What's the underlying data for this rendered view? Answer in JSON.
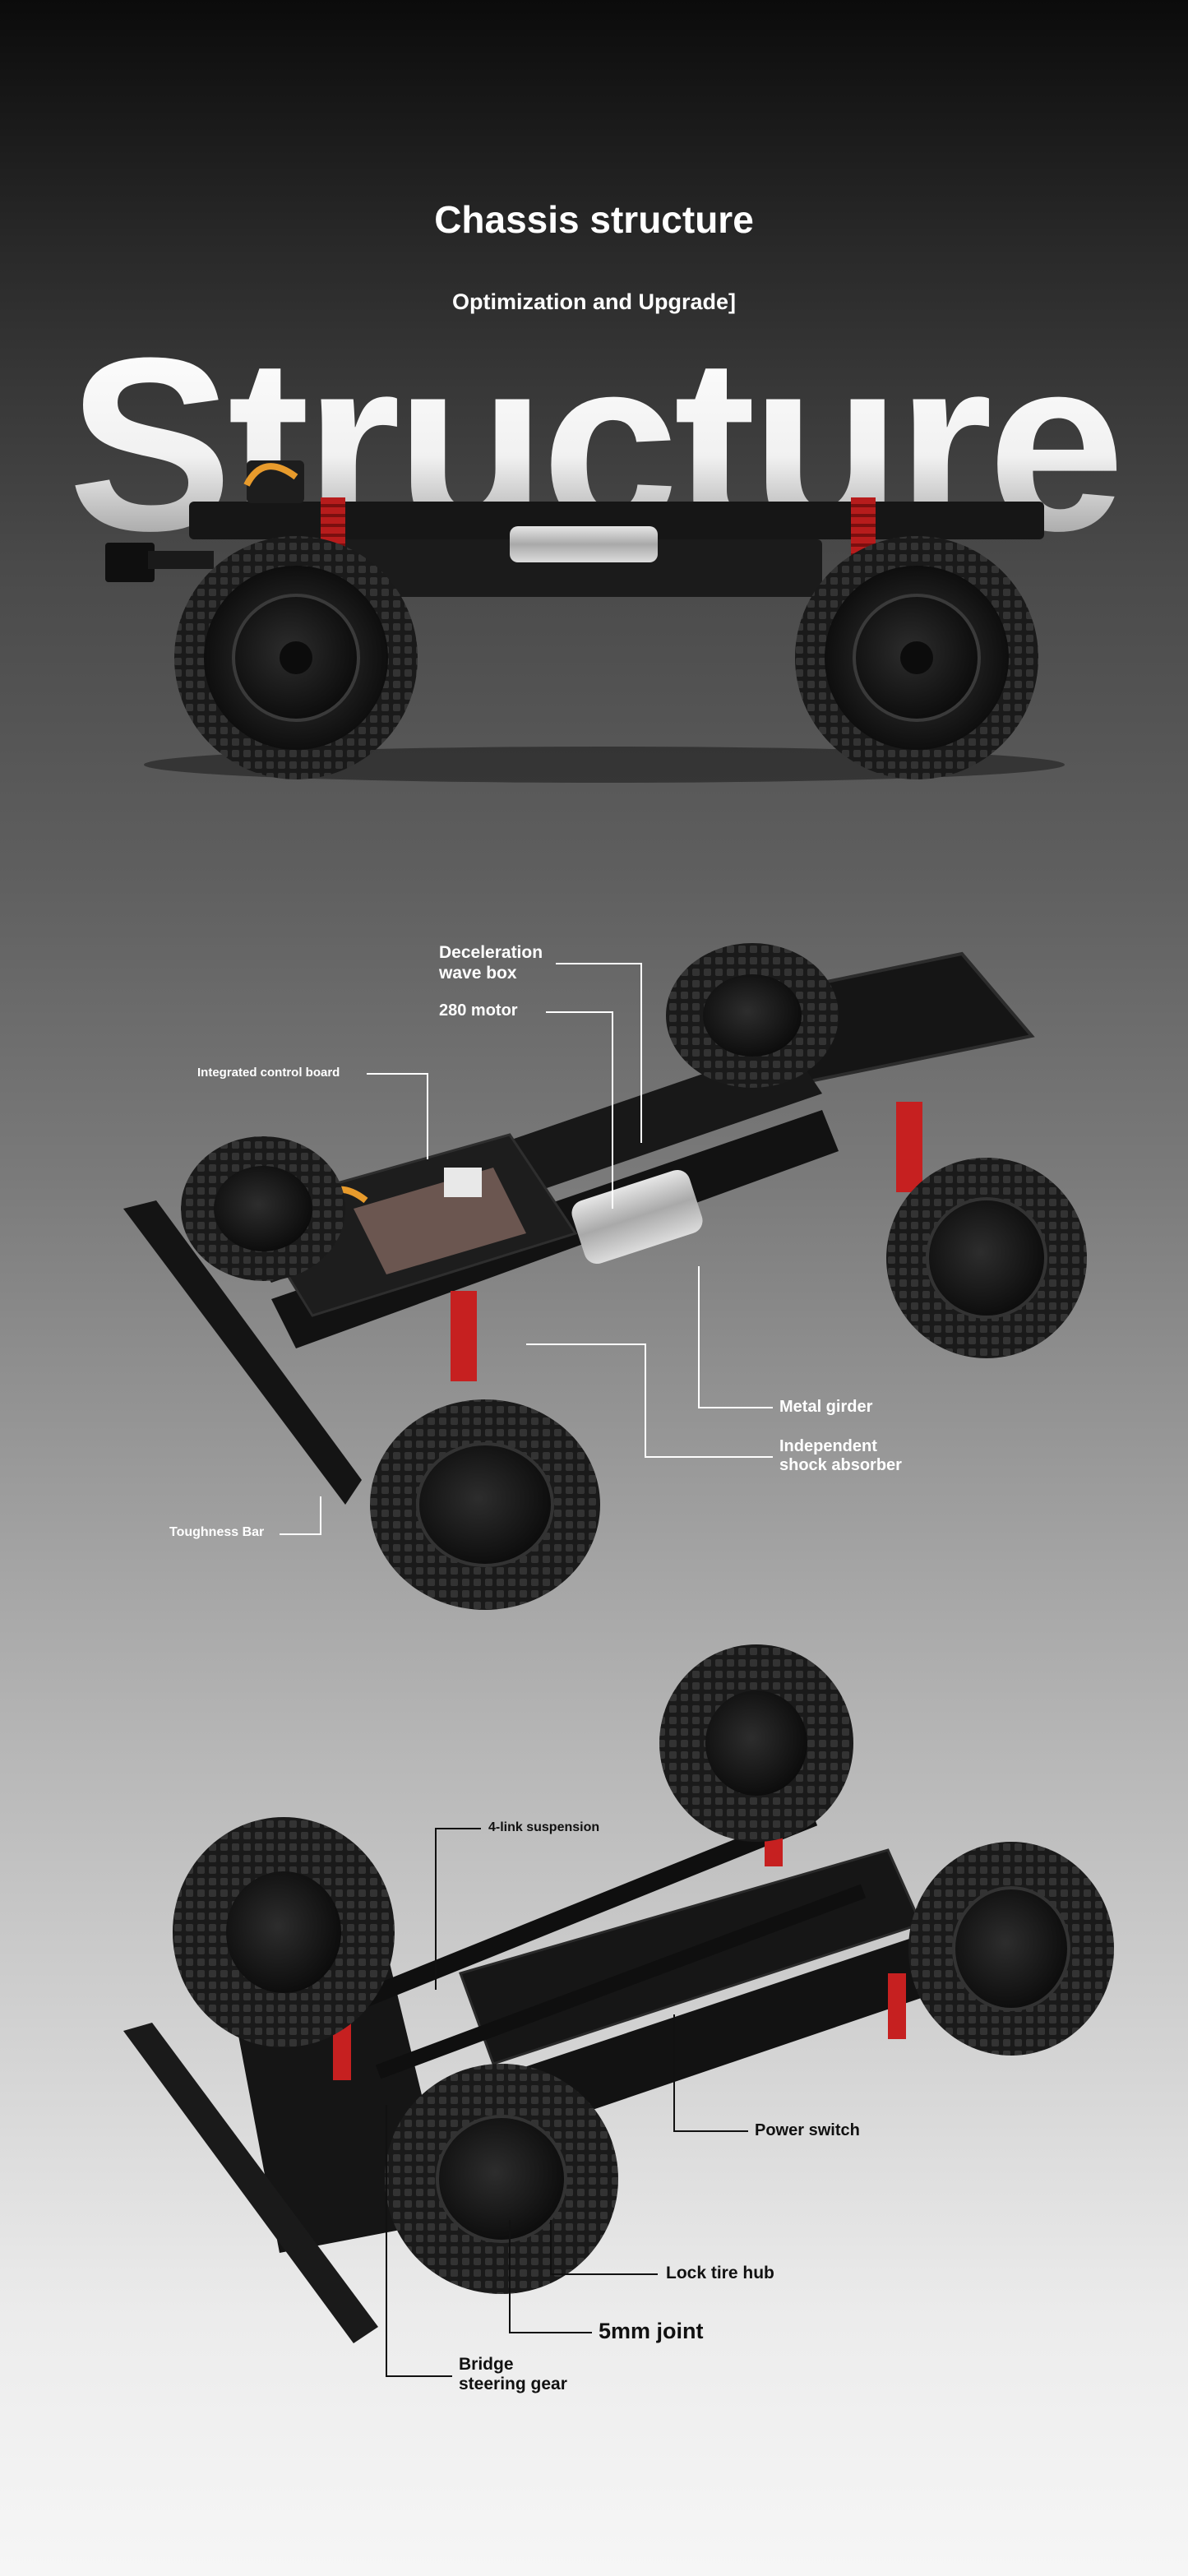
{
  "header": {
    "title": "Chassis structure",
    "subtitle": "Optimization and Upgrade]",
    "hero_word": "Structure"
  },
  "section_top_view": {
    "labels": {
      "deceleration": "Deceleration\nwave box",
      "motor": "280 motor",
      "control_board": "Integrated control board",
      "metal_girder": "Metal girder",
      "shock": "Independent\nshock absorber",
      "toughness_bar": "Toughness Bar"
    }
  },
  "section_bottom_view": {
    "labels": {
      "suspension": "4-link suspension",
      "power_switch": "Power switch",
      "lock_hub": "Lock tire hub",
      "joint": "5mm joint",
      "steering": "Bridge\nsteering gear"
    }
  },
  "colors": {
    "frame": "#151515",
    "tire": "#1c1c1c",
    "spring": "#c9201e",
    "label_light": "#ffffff",
    "label_dark": "#111111"
  }
}
